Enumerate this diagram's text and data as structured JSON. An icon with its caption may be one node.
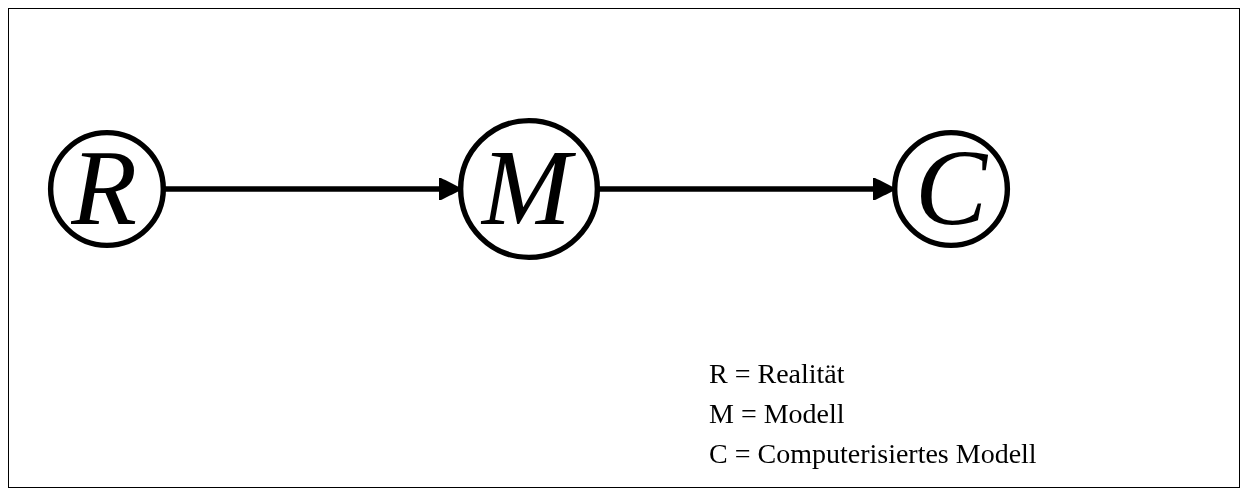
{
  "diagram": {
    "nodes": [
      {
        "text": [
          "R"
        ]
      },
      {
        "text": [
          "M"
        ]
      },
      {
        "text": [
          "C"
        ]
      }
    ],
    "edges": [
      {
        "from": 0,
        "to": 1,
        "arrow": "to"
      },
      {
        "from": 1,
        "to": 2,
        "arrow": "to"
      }
    ],
    "labels": [
      "R = Realität",
      "M = Modell",
      "C = Computerisiertes Modell"
    ]
  }
}
